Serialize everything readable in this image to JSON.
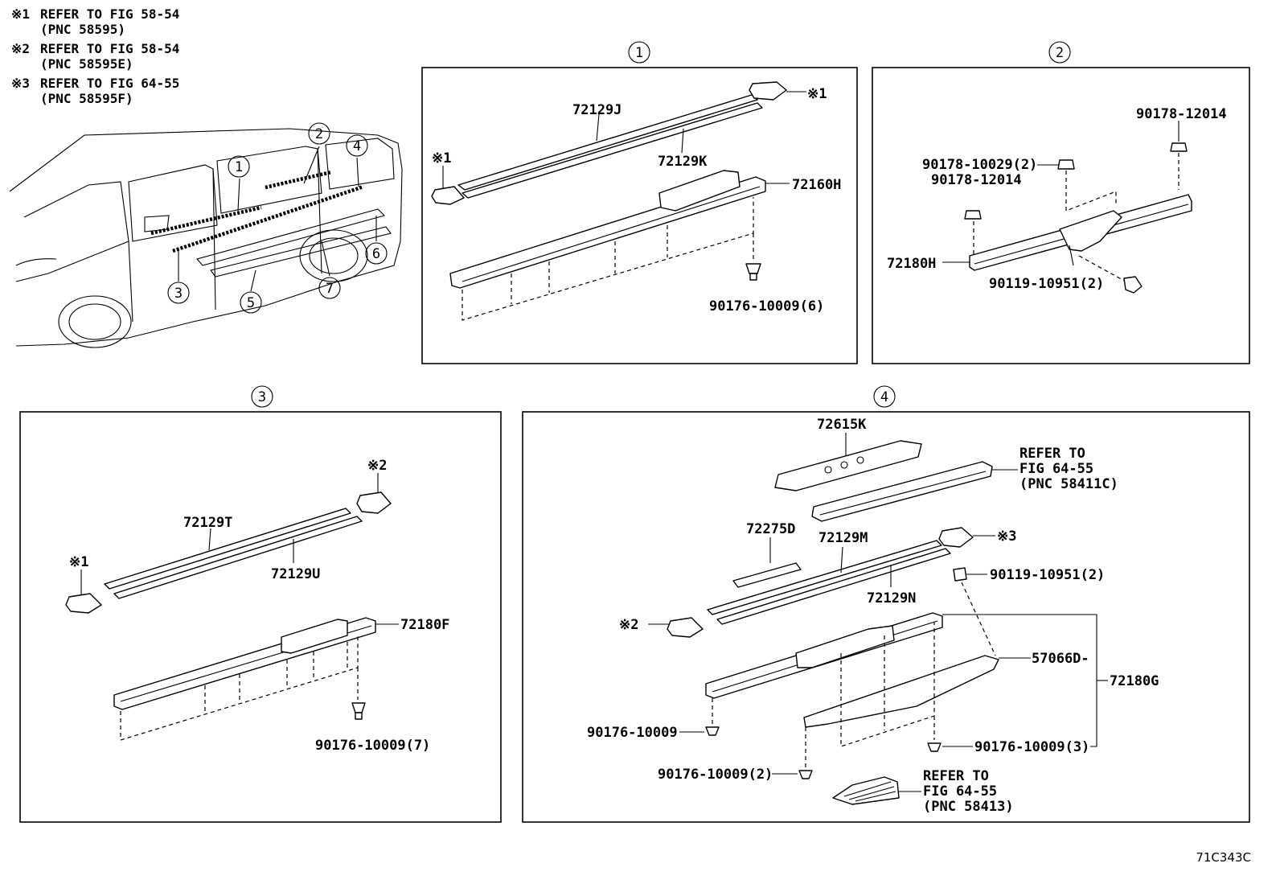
{
  "notes": [
    {
      "mark": "※1",
      "line1": "REFER TO FIG 58-54",
      "line2": "(PNC 58595)"
    },
    {
      "mark": "※2",
      "line1": "REFER TO FIG 58-54",
      "line2": "(PNC 58595E)"
    },
    {
      "mark": "※3",
      "line1": "REFER TO FIG 64-55",
      "line2": "(PNC 58595F)"
    }
  ],
  "overview": {
    "callouts": [
      "1",
      "2",
      "3",
      "4",
      "5",
      "6",
      "7"
    ]
  },
  "panel1": {
    "marker": "1",
    "labels": {
      "p72129J": "72129J",
      "p72129K": "72129K",
      "p72160H": "72160H",
      "clip": "90176-10009(6)",
      "ref1a": "※1",
      "ref1b": "※1"
    }
  },
  "panel2": {
    "marker": "2",
    "labels": {
      "nutTop": "90178-12014",
      "nutA": "90178-10029(2)",
      "nutB": "90178-12014",
      "p72180H": "72180H",
      "bolt": "90119-10951(2)"
    }
  },
  "panel3": {
    "marker": "3",
    "labels": {
      "p72129T": "72129T",
      "p72129U": "72129U",
      "p72180F": "72180F",
      "clip": "90176-10009(7)",
      "ref1": "※1",
      "ref2": "※2"
    }
  },
  "panel4": {
    "marker": "4",
    "labels": {
      "p72615K": "72615K",
      "p72275D": "72275D",
      "p72129M": "72129M",
      "p72129N": "72129N",
      "bolt": "90119-10951(2)",
      "p57066D": "57066D-",
      "p72180G": "72180G",
      "clipA": "90176-10009",
      "clipB": "90176-10009(2)",
      "clipC": "90176-10009(3)",
      "ref2": "※2",
      "ref3": "※3",
      "referA1": "REFER TO",
      "referA2": "FIG 64-55",
      "referA3": "(PNC 58411C)",
      "referB1": "REFER TO",
      "referB2": "FIG 64-55",
      "referB3": "(PNC 58413)"
    }
  },
  "figure_code": "71C343C"
}
